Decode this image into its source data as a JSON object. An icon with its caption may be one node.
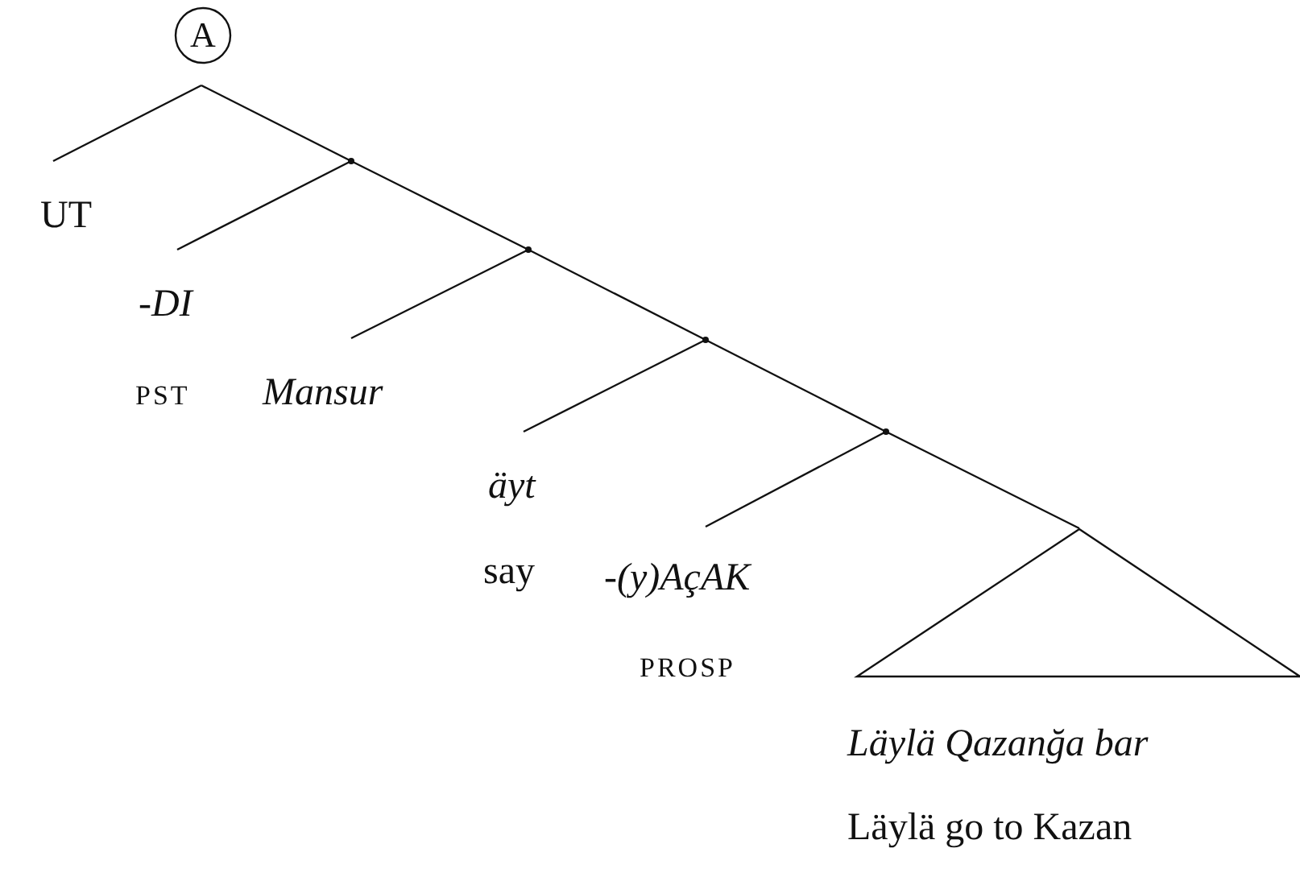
{
  "diagram": {
    "nodes": [
      {
        "text": [
          "A"
        ]
      },
      {
        "text": [
          "UT"
        ]
      },
      {
        "text": [],
        "shape": "point"
      },
      {
        "text": [
          "-DI"
        ],
        "beside": [
          "PST"
        ]
      },
      {
        "text": [],
        "shape": "point"
      },
      {
        "text": [
          "Mansur"
        ]
      },
      {
        "text": [],
        "shape": "point"
      },
      {
        "text": [
          "äyt"
        ],
        "beside": [
          "say"
        ]
      },
      {
        "text": [],
        "shape": "point"
      },
      {
        "text": [
          "-(y)AçAK"
        ],
        "beside": [
          "PROSP"
        ]
      },
      {
        "text": [
          "Läylä Qazanğa bar",
          "Läylä go to Kazan"
        ]
      }
    ],
    "edges": [
      {
        "from": 0,
        "to": 1,
        "arrow": "none"
      },
      {
        "from": 0,
        "to": 2,
        "arrow": "none"
      },
      {
        "from": 2,
        "to": 3,
        "arrow": "none"
      },
      {
        "from": 2,
        "to": 4,
        "arrow": "none"
      },
      {
        "from": 4,
        "to": 5,
        "arrow": "none"
      },
      {
        "from": 4,
        "to": 6,
        "arrow": "none"
      },
      {
        "from": 6,
        "to": 7,
        "arrow": "none"
      },
      {
        "from": 6,
        "to": 8,
        "arrow": "none"
      },
      {
        "from": 8,
        "to": 9,
        "arrow": "none"
      },
      {
        "from": 8,
        "to": 10,
        "arrow": "none"
      }
    ]
  }
}
